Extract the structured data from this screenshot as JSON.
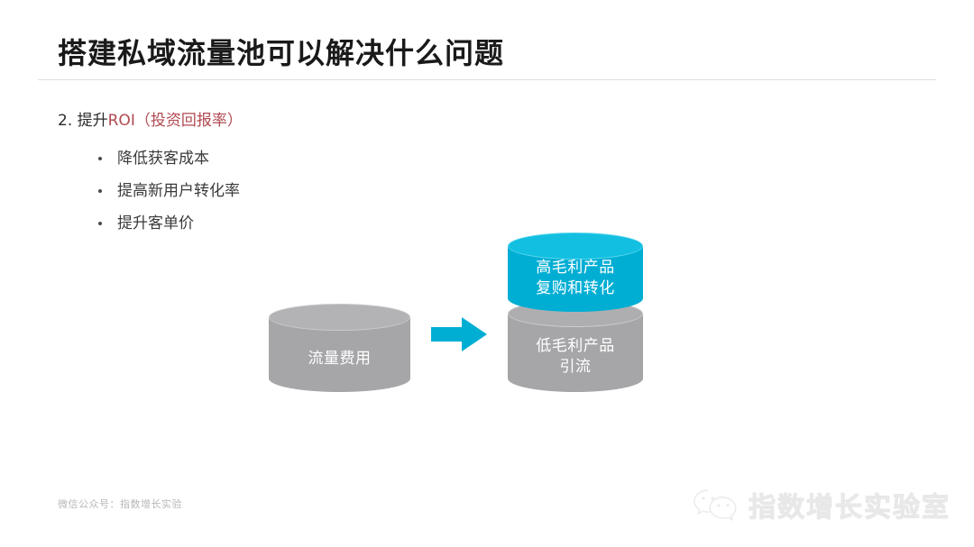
{
  "slide": {
    "title": "搭建私域流量池可以解决什么问题",
    "section": {
      "number_text": "2. 提升",
      "accent_text": "ROI（投资回报率）"
    },
    "bullets": [
      {
        "text": "降低获客成本"
      },
      {
        "text": "提高新用户转化率"
      },
      {
        "text": "提升客单价"
      }
    ],
    "diagram": {
      "left_cylinder": {
        "label": "流量费用",
        "color": "#a6a6a9"
      },
      "right_top_cylinder": {
        "label": "高毛利产品\n复购和转化",
        "color": "#00aed4"
      },
      "right_bottom_cylinder": {
        "label": "低毛利产品\n引流",
        "color": "#a6a6a9"
      },
      "arrow": {
        "icon": "arrow-right-icon",
        "color": "#00aed4"
      }
    },
    "footer": {
      "credit": "微信公众号：指数增长实验",
      "watermark_text": "指数增长实验室",
      "watermark_icon": "wechat-logo-icon"
    },
    "colors": {
      "accent_red": "#b14a52",
      "cyan": "#00aed4",
      "grey": "#a6a6a9",
      "title": "#1a1a1a",
      "background": "#ffffff"
    }
  }
}
